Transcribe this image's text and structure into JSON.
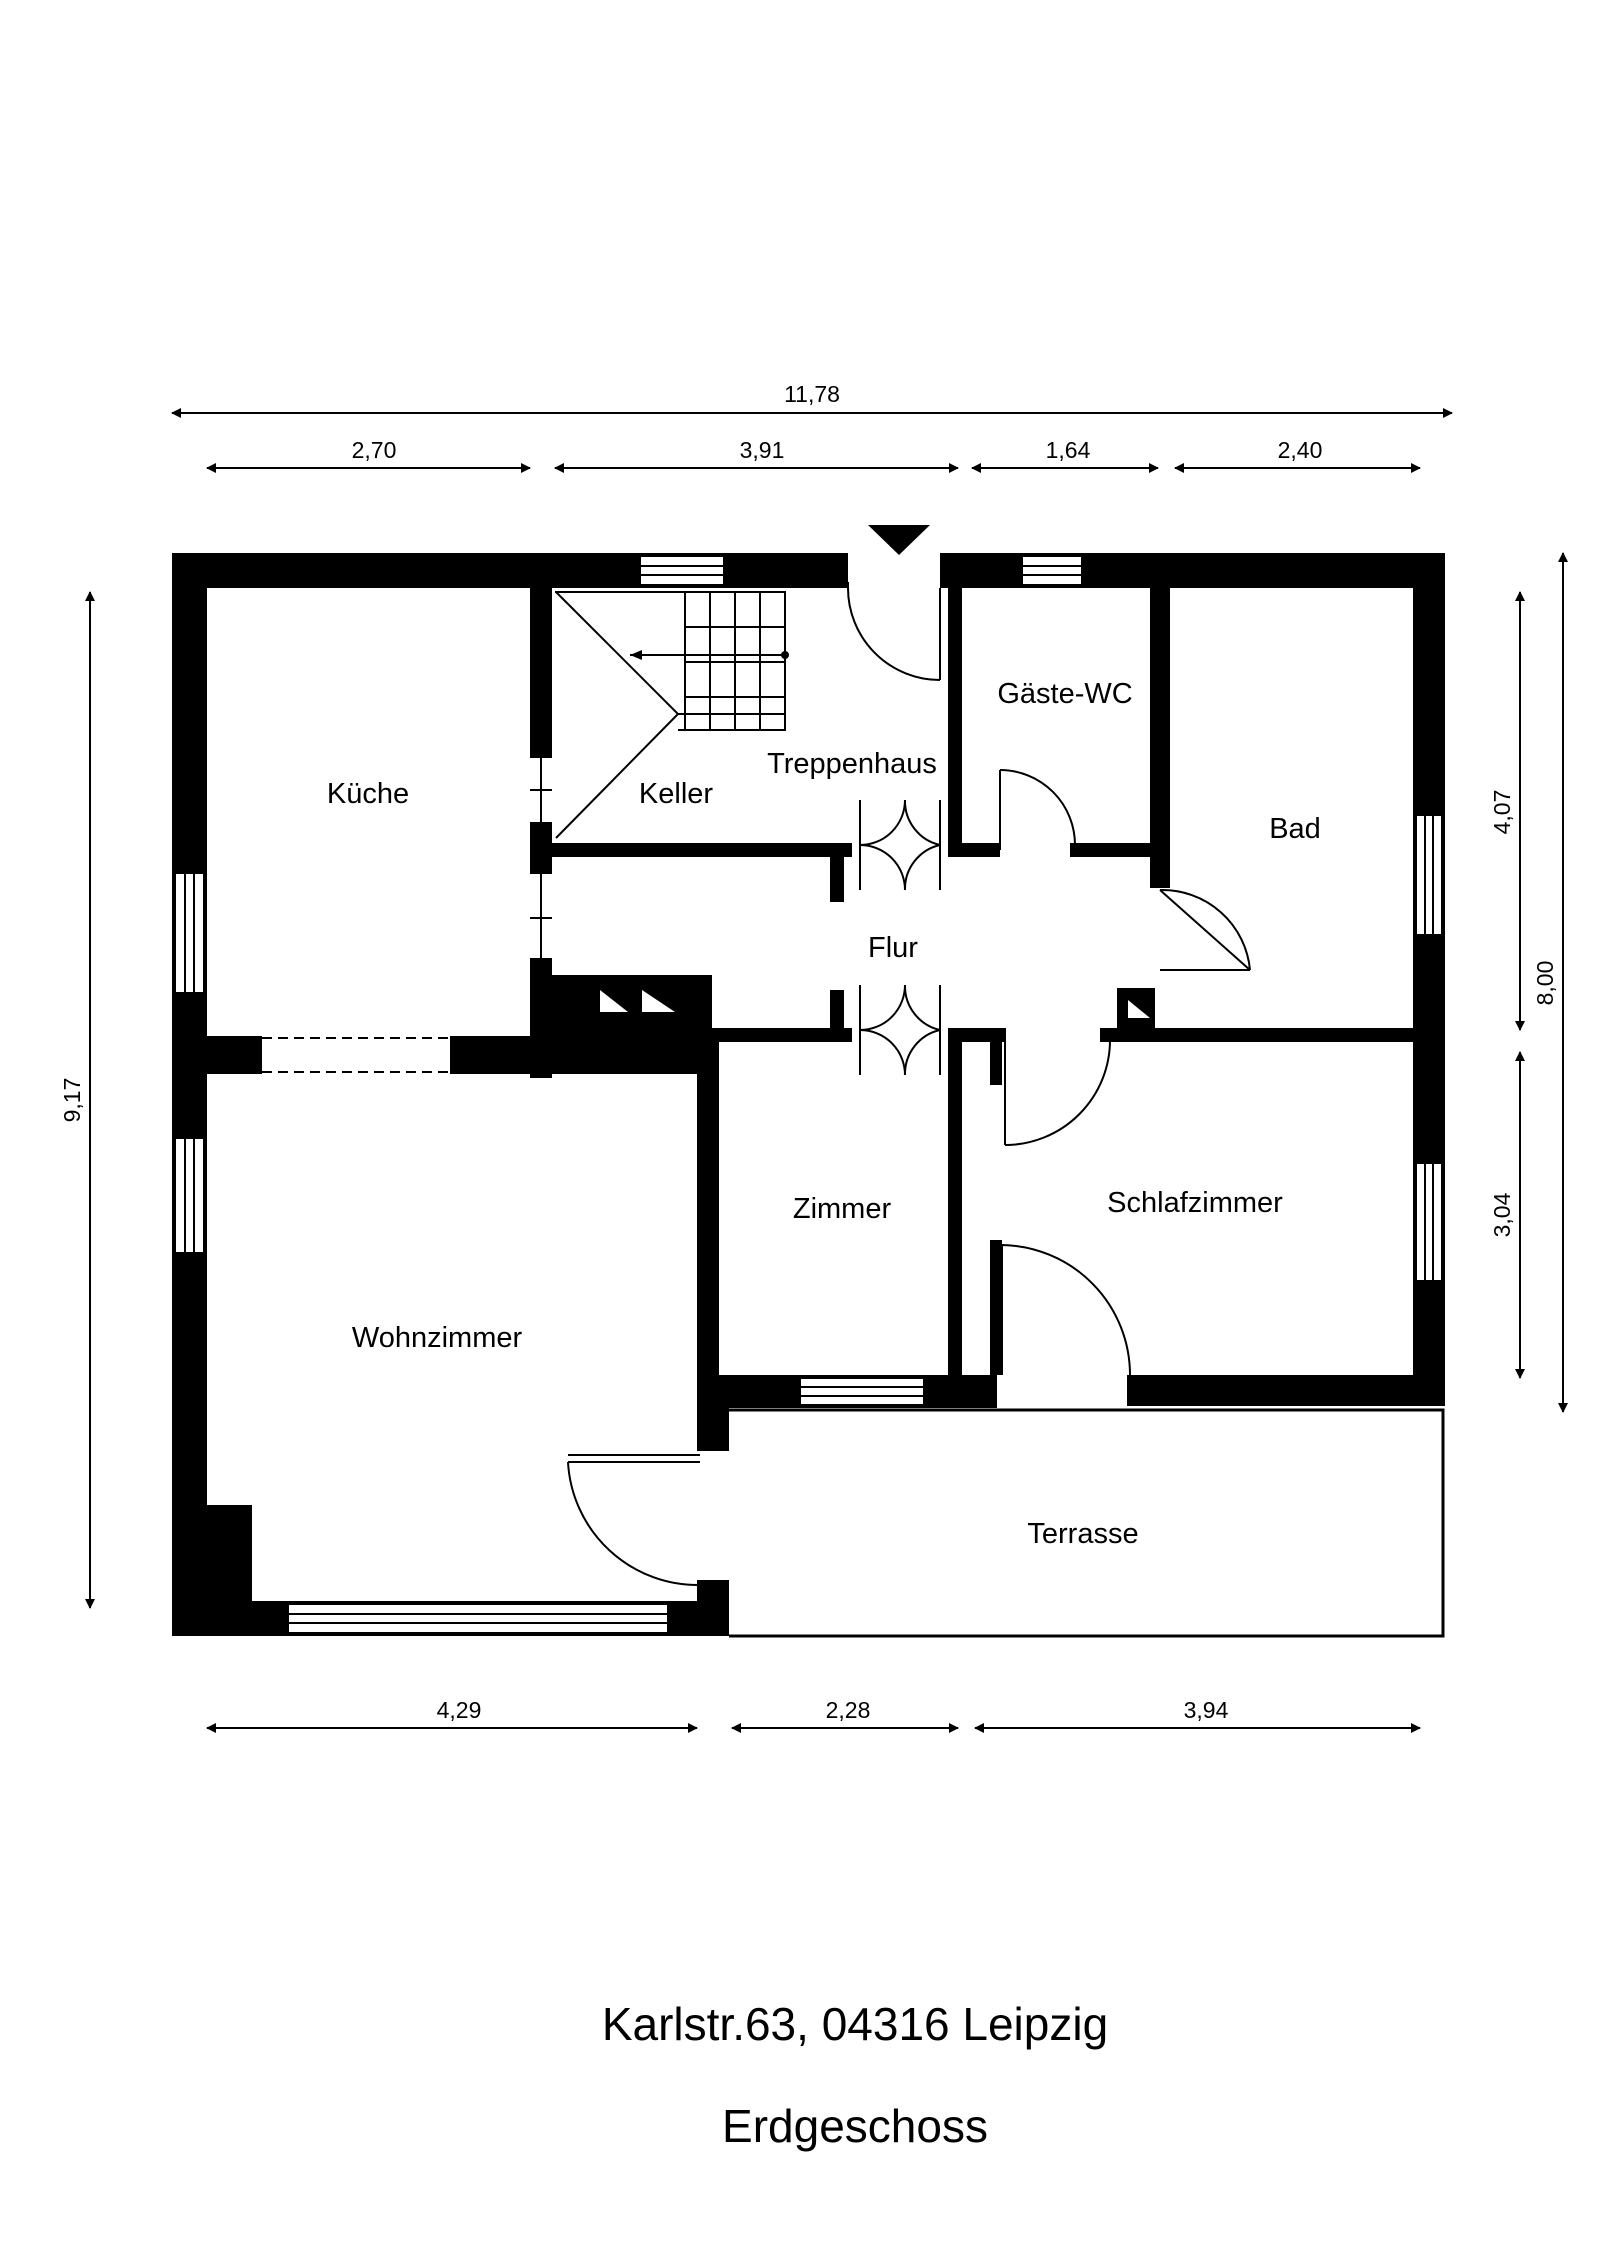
{
  "rooms": {
    "kueche": "Küche",
    "keller": "Keller",
    "treppenhaus": "Treppenhaus",
    "gaeste_wc": "Gäste-WC",
    "bad": "Bad",
    "flur": "Flur",
    "zimmer": "Zimmer",
    "schlafzimmer": "Schlafzimmer",
    "wohnzimmer": "Wohnzimmer",
    "terrasse": "Terrasse"
  },
  "dimensions": {
    "top_total": "11,78",
    "top_1": "2,70",
    "top_2": "3,91",
    "top_3": "1,64",
    "top_4": "2,40",
    "bottom_1": "4,29",
    "bottom_2": "2,28",
    "bottom_3": "3,94",
    "left_total": "9,17",
    "right_upper": "4,07",
    "right_lower": "3,04",
    "right_total": "8,00"
  },
  "footer": {
    "address": "Karlstr.63, 04316 Leipzig",
    "floor": "Erdgeschoss"
  }
}
